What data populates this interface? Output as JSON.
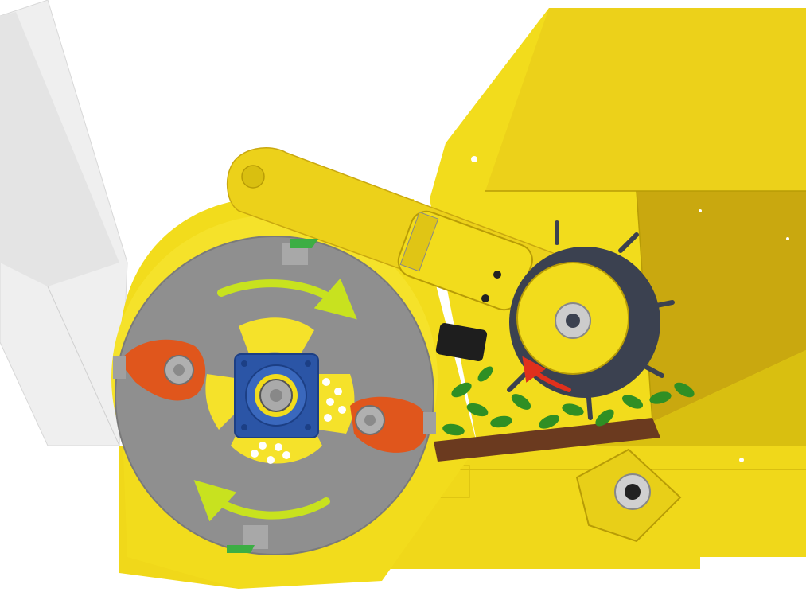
{
  "diagram": {
    "labels": [],
    "colors": {
      "housing_yellow": "#f2dc1c",
      "housing_shade": "#d9bf10",
      "housing_dark": "#b89c06",
      "hopper_shade": "#c9a80f",
      "rotor_grey": "#8f8f8f",
      "hub_blue": "#2b55a6",
      "knife_arm_red": "#e0561c",
      "knife_green": "#3cae44",
      "arrow_green": "#c8e21f",
      "arrow_red": "#e0301c",
      "roller_dark": "#3b4150",
      "foliage_green": "#2f8f24",
      "chute_white": "#eeeeee"
    },
    "icons": [
      "clockwise-rotation-arrow",
      "counter-rotation-arrow",
      "feed-roller-rotation-arrow"
    ]
  }
}
